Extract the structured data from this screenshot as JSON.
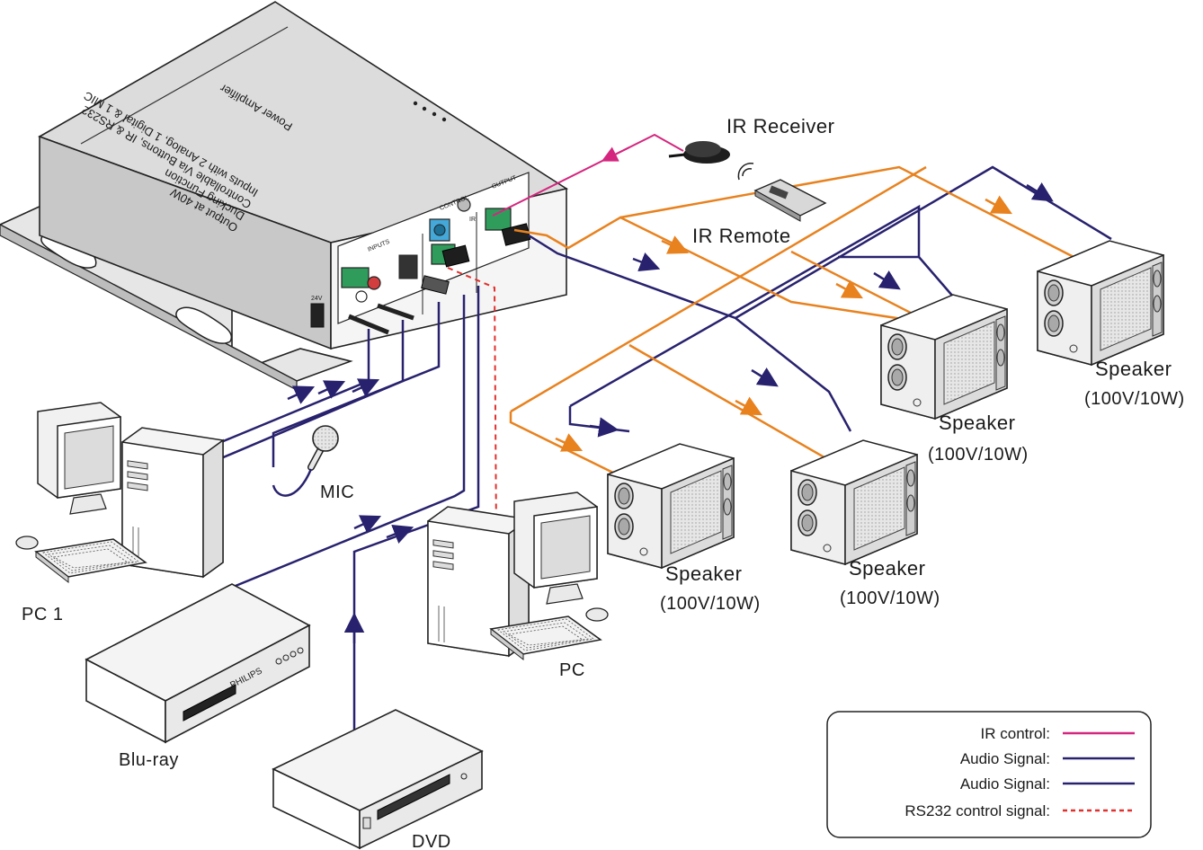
{
  "amplifier": {
    "title": "Power Amplifier",
    "features": [
      "Output at 40W",
      "Ducking Function",
      "Controllable Via Buttons, IR & RS232",
      "Inputs with 2 Analog, 1 Digital & 1 MIC"
    ],
    "panel_labels": {
      "inputs": "INPUTS",
      "control": "CONTROL",
      "output": "OUTPUT",
      "ir": "IR",
      "power": "24V"
    }
  },
  "devices": {
    "ir_receiver": "IR Receiver",
    "ir_remote": "IR Remote",
    "pc1": "PC 1",
    "mic": "MIC",
    "bluray": "Blu-ray",
    "bluray_brand": "PHILIPS",
    "dvd": "DVD",
    "pc": "PC"
  },
  "speakers": [
    {
      "name": "Speaker",
      "spec": "(100V/10W)"
    },
    {
      "name": "Speaker",
      "spec": "(100V/10W)"
    },
    {
      "name": "Speaker",
      "spec": "(100V/10W)"
    },
    {
      "name": "Speaker",
      "spec": "(100V/10W)"
    }
  ],
  "legend": {
    "items": [
      {
        "label": "IR control:",
        "color": "#d4267f",
        "style": "solid"
      },
      {
        "label": "Audio Signal:",
        "color": "#28226e",
        "style": "solid"
      },
      {
        "label": "Audio Signal:",
        "color": "#28226e",
        "style": "solid"
      },
      {
        "label": "RS232 control signal:",
        "color": "#e0312e",
        "style": "dashed"
      }
    ]
  },
  "colors": {
    "ir_line": "#d4267f",
    "audio_navy": "#28226e",
    "audio_orange": "#e8821f",
    "rs232_line": "#e0312e"
  }
}
